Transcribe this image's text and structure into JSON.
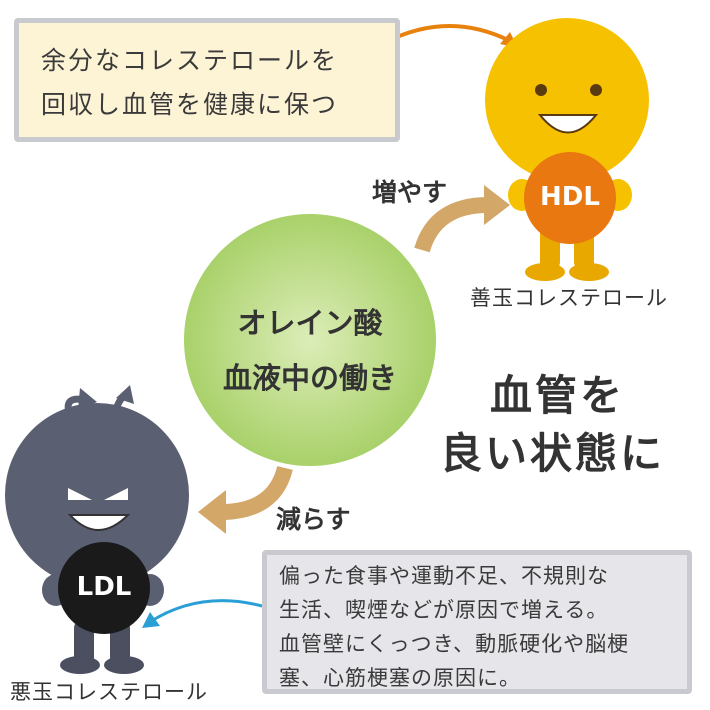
{
  "top_note": {
    "lines": [
      "余分なコレステロールを",
      "回収し血管を健康に保つ"
    ]
  },
  "bottom_note": {
    "lines": [
      "偏った食事や運動不足、不規則な",
      "生活、喫煙などが原因で増える。",
      "血管壁にくっつき、動脈硬化や脳梗",
      "塞、心筋梗塞の原因に。"
    ]
  },
  "hdl": {
    "ball_label": "HDL",
    "caption": "善玉コレステロール",
    "color": "#f6c100",
    "ball_color": "#e8780f"
  },
  "ldl": {
    "ball_label": "LDL",
    "caption": "悪玉コレステロール",
    "color": "#5b5f72",
    "ball_color": "#1a1a1a"
  },
  "center": {
    "lines": [
      "オレイン酸",
      "血液中の働き"
    ],
    "color": "#b3d77a"
  },
  "increase_label": "増やす",
  "decrease_label": "減らす",
  "headline": {
    "lines": [
      "血管を",
      "良い状態に"
    ]
  }
}
